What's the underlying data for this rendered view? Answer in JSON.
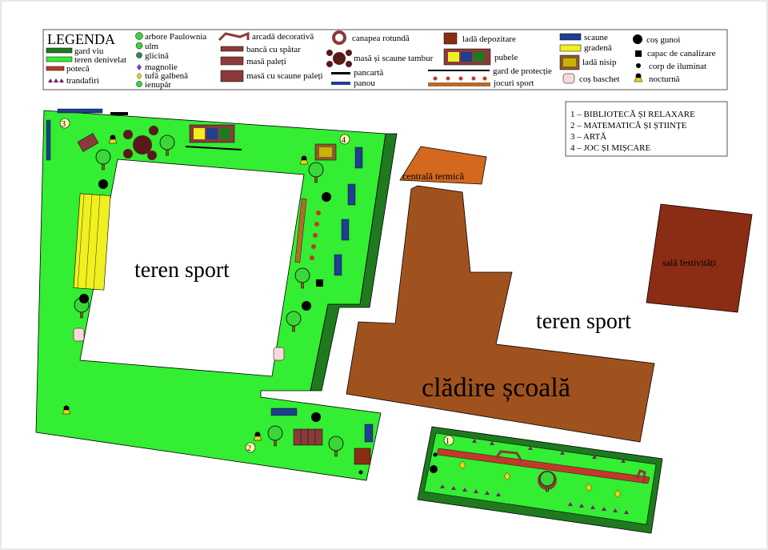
{
  "legend": {
    "title": "LEGENDA",
    "items": {
      "gard_viu": "gard viu",
      "teren_denivelat": "teren denivelat",
      "poteca": "potecă",
      "trandafiri": "trandafiri",
      "arbore_paulownia": "arbore Paulownia",
      "ulm": "ulm",
      "glicina": "glicină",
      "magnolie": "magnolie",
      "tufa_galbena": "tufă galbenă",
      "ienupar": "ienupăr",
      "arcada_decorativa": "arcadă decorativă",
      "banca_cu_spatar": "bancă cu spătar",
      "masa_paleti": "masă paleți",
      "masa_cu_scaune_paleti": "masă cu scaune paleți",
      "canapea_rotunda": "canapea rotundă",
      "masa_si_scaune_tambur": "masă și scaune tambur",
      "pancarta": "pancartă",
      "panou": "panou",
      "lada_depozitare": "ladă depozitare",
      "pubele": "pubele",
      "gard_de_protectie": "gard de protecție",
      "jocuri_sport": "jocuri sport",
      "scaune": "scaune",
      "gradena": "gradenă",
      "lada_nisip": "ladă nisip",
      "cos_baschet": "coș baschet",
      "cos_gunoi": "coș gunoi",
      "capac_de_canalizare": "capac de canalizare",
      "corp_de_iluminat": "corp de iluminat",
      "nocturna": "nocturnă"
    }
  },
  "zones_box": {
    "items": [
      "1 – BIBLIOTECĂ ȘI RELAXARE",
      "2 – MATEMATICĂ ȘI ȘTIINȚE",
      "3 – ARTĂ",
      "4 – JOC ȘI MIȘCARE"
    ]
  },
  "map": {
    "teren_sport_1": "teren sport",
    "teren_sport_2": "teren sport",
    "cladire_scoala": "clădire școală",
    "centrala_termica": "centrală termică",
    "sala_festivitati": "sală festivități",
    "zone_markers": [
      "1",
      "2",
      "3",
      "4"
    ]
  },
  "colors": {
    "grass": "#33ee33",
    "hedge": "#1f7a1f",
    "building": "#a0521e",
    "centrala": "#d2691e",
    "sala": "#8b2c14",
    "path_red": "#c0392b",
    "panel_blue": "#1f3f8f",
    "bleacher_yellow": "#f0f020"
  }
}
